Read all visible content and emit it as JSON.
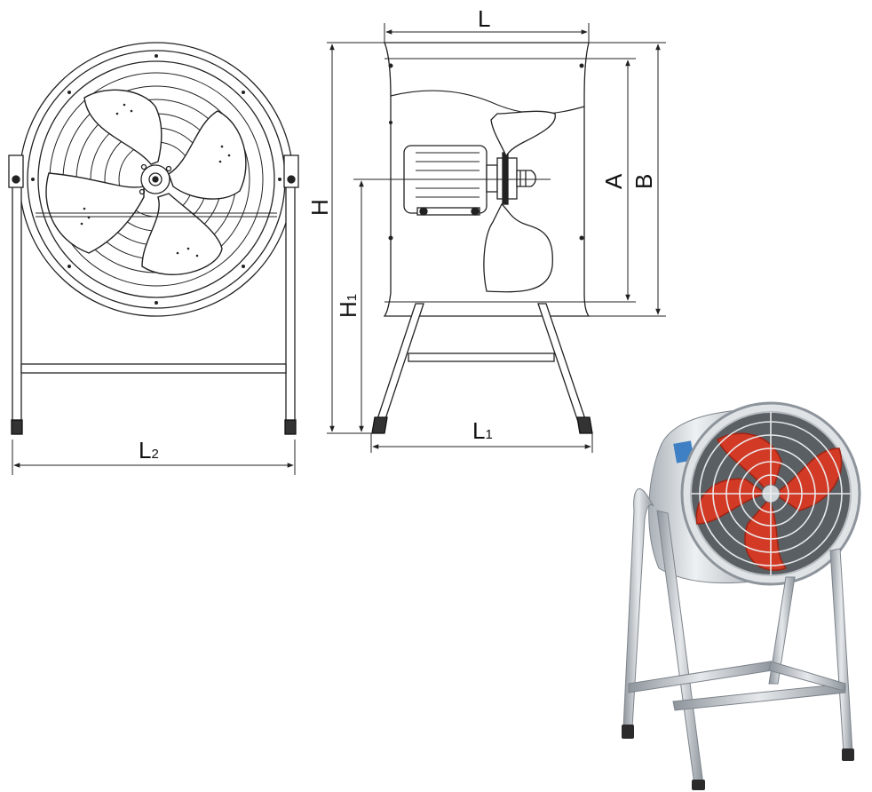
{
  "labels": {
    "L": "L",
    "L1_main": "L",
    "L1_sub": "1",
    "L2_main": "L",
    "L2_sub": "2",
    "H": "H",
    "H1_main": "H",
    "H1_sub": "1",
    "A": "A",
    "B": "B"
  },
  "colors": {
    "line": "#222222",
    "metal_light": "#eef1f3",
    "metal_mid": "#c9ced3",
    "metal_dark": "#8d949b",
    "blade_red": "#d23a26",
    "blade_dark": "#9e2414",
    "rubber": "#2b2b2b"
  }
}
